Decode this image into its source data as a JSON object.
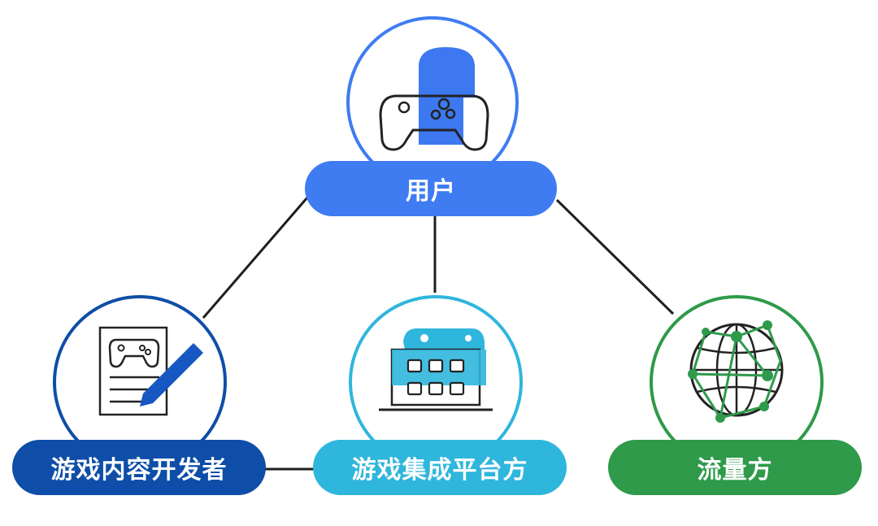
{
  "nodes": {
    "user": {
      "label": "用户",
      "color": "#3f7cf2",
      "icon": "gamepad-user-icon"
    },
    "developer": {
      "label": "游戏内容开发者",
      "color": "#0e4ea8",
      "icon": "game-document-pen-icon"
    },
    "platform": {
      "label": "游戏集成平台方",
      "color": "#2fb6dd",
      "icon": "laptop-games-icon"
    },
    "traffic": {
      "label": "流量方",
      "color": "#2e9a4a",
      "icon": "globe-network-icon"
    }
  },
  "colors": {
    "line": "#1e1e1e",
    "stroke": "#222222"
  }
}
